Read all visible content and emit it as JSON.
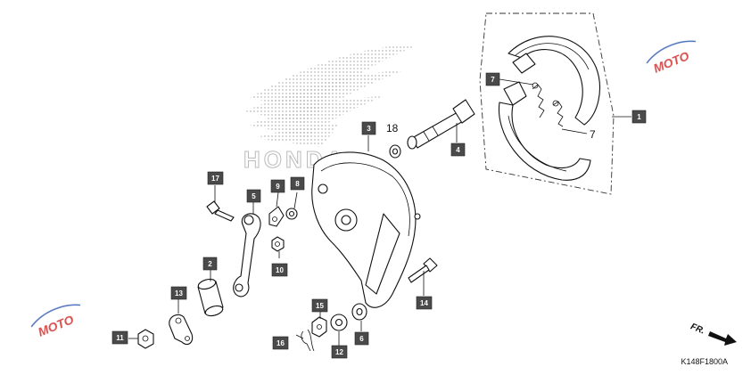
{
  "logo": {
    "brand_mark": "HONDA"
  },
  "watermark": {
    "text": "MOTO"
  },
  "direction": {
    "label": "FR."
  },
  "diagram_code": "K148F1800A",
  "callouts": [
    {
      "id": "c1",
      "label": "1"
    },
    {
      "id": "c2",
      "label": "2"
    },
    {
      "id": "c3",
      "label": "3"
    },
    {
      "id": "c4",
      "label": "4"
    },
    {
      "id": "c5",
      "label": "5"
    },
    {
      "id": "c6",
      "label": "6"
    },
    {
      "id": "c7a",
      "label": "7"
    },
    {
      "id": "c7b",
      "label": "7"
    },
    {
      "id": "c8",
      "label": "8"
    },
    {
      "id": "c9",
      "label": "9"
    },
    {
      "id": "c10",
      "label": "10"
    },
    {
      "id": "c11",
      "label": "11"
    },
    {
      "id": "c12",
      "label": "12"
    },
    {
      "id": "c13",
      "label": "13"
    },
    {
      "id": "c14",
      "label": "14"
    },
    {
      "id": "c15",
      "label": "15"
    },
    {
      "id": "c16",
      "label": "16"
    },
    {
      "id": "c17",
      "label": "17"
    },
    {
      "id": "c18",
      "label": "18"
    }
  ]
}
